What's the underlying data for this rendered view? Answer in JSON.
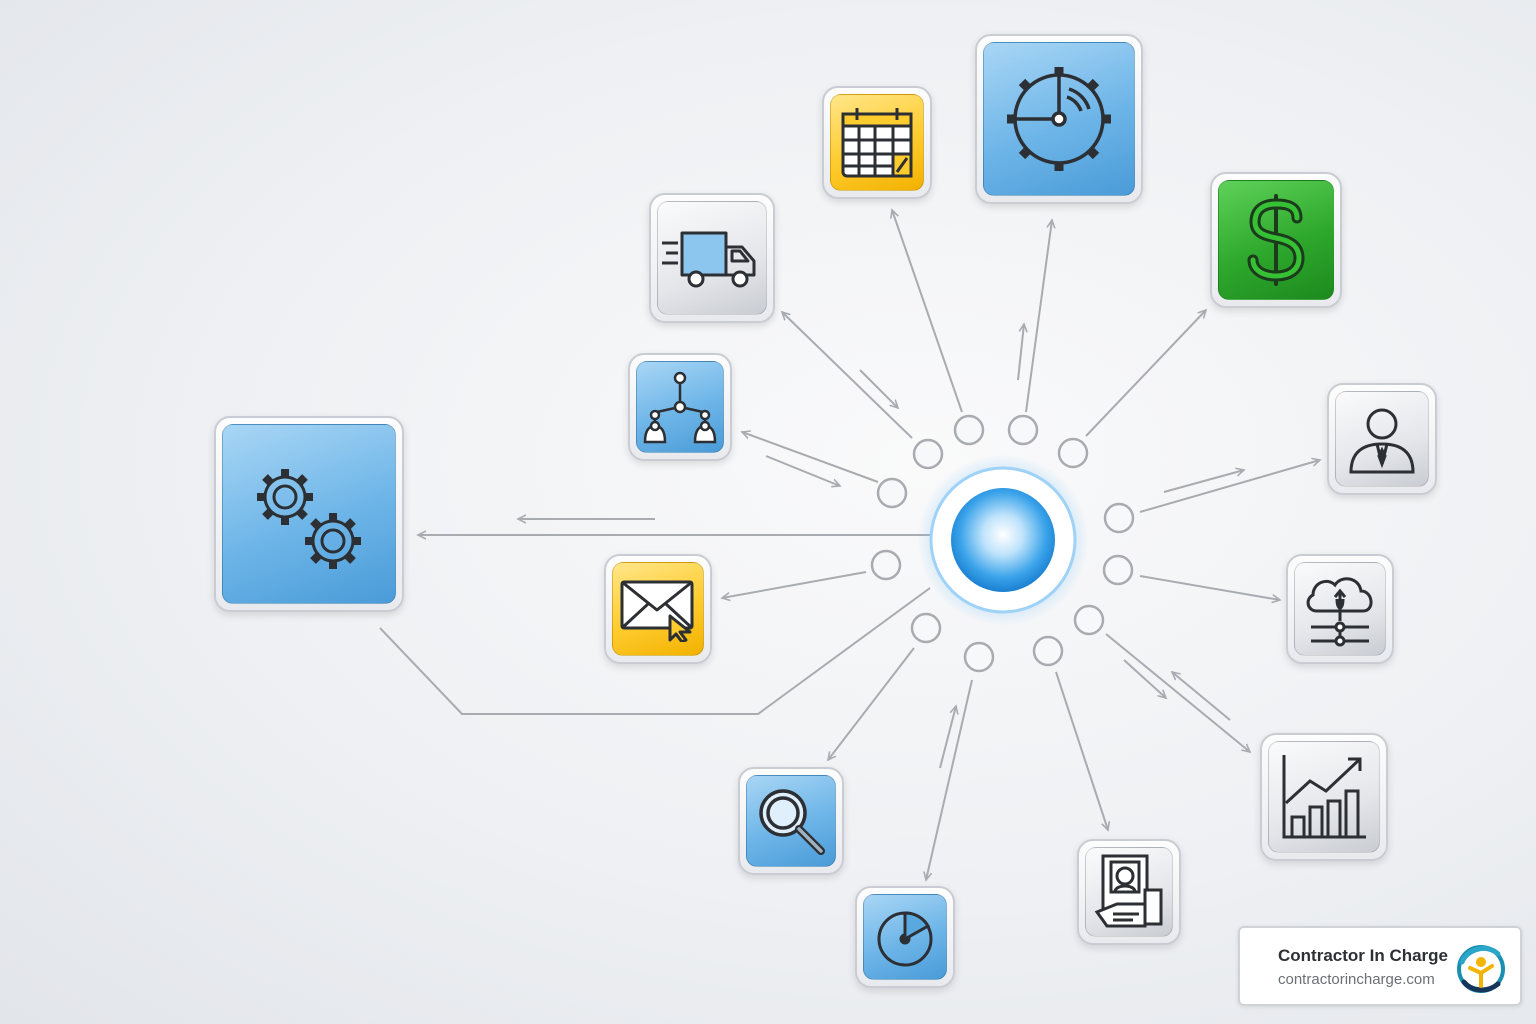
{
  "hub": {
    "label": ""
  },
  "nodes": [
    {
      "name": "automation-gears",
      "icon": "gears-icon",
      "color": "blue"
    },
    {
      "name": "delivery-truck",
      "icon": "truck-icon",
      "color": "gray"
    },
    {
      "name": "calendar-schedule",
      "icon": "calendar-icon",
      "color": "yellow"
    },
    {
      "name": "dashboard-gauge",
      "icon": "gauge-icon",
      "color": "blue"
    },
    {
      "name": "payments",
      "icon": "dollar-icon",
      "color": "green"
    },
    {
      "name": "team-hierarchy",
      "icon": "org-chart-icon",
      "color": "blue"
    },
    {
      "name": "customer-profile",
      "icon": "user-icon",
      "color": "gray"
    },
    {
      "name": "email-marketing",
      "icon": "envelope-icon",
      "color": "yellow"
    },
    {
      "name": "cloud-storage",
      "icon": "cloud-icon",
      "color": "gray"
    },
    {
      "name": "analytics-growth",
      "icon": "bar-chart-icon",
      "color": "gray"
    },
    {
      "name": "search",
      "icon": "magnifier-icon",
      "color": "blue"
    },
    {
      "name": "time-tracking",
      "icon": "timer-icon",
      "color": "blue"
    },
    {
      "name": "documents-id",
      "icon": "document-icon",
      "color": "gray"
    }
  ],
  "brand": {
    "name": "Contractor In Charge",
    "url": "contractorincharge.com",
    "logo_icon": "contractor-logo-icon"
  },
  "colors": {
    "accent_blue": "#4a9bd8",
    "accent_yellow": "#ffcc2e",
    "accent_green": "#2ea82c",
    "connector": "#a8abb0"
  }
}
